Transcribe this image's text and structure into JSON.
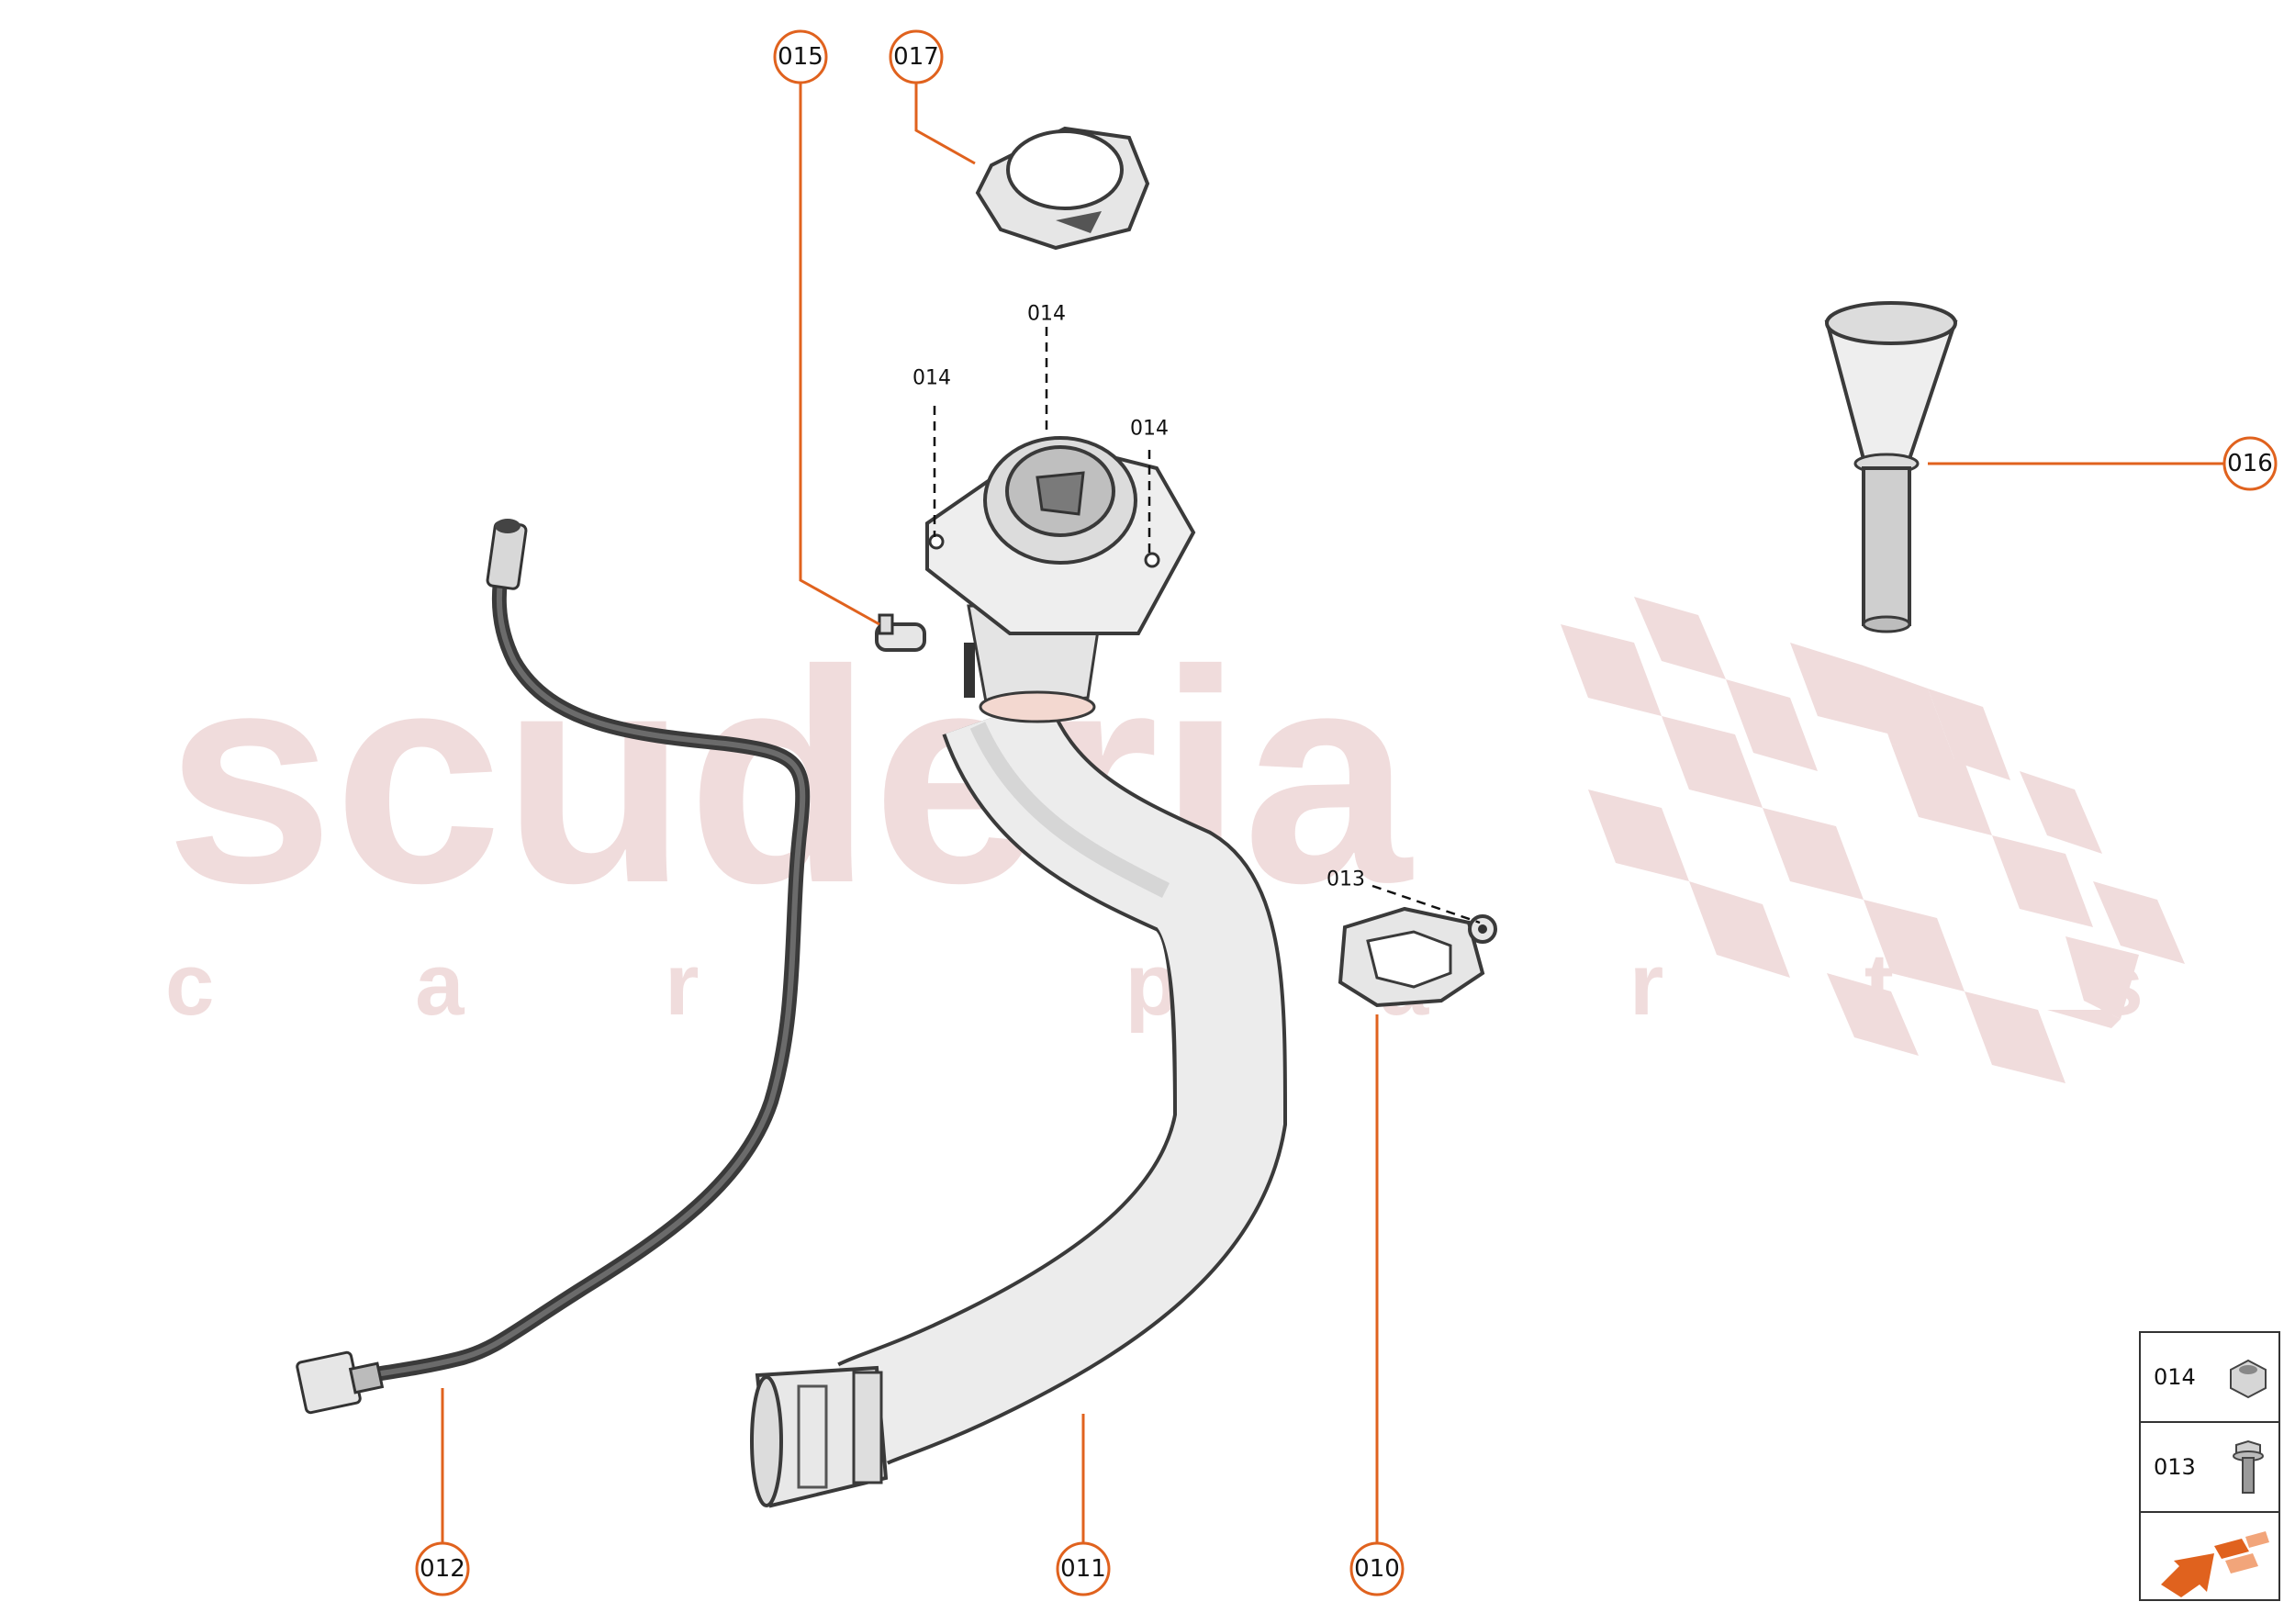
{
  "watermark": {
    "line1": "scuderia",
    "line2": "c a r   p a r t s"
  },
  "callouts": {
    "c010": "010",
    "c011": "011",
    "c012": "012",
    "c013": "013",
    "c014a": "014",
    "c014b": "014",
    "c014c": "014",
    "c015": "015",
    "c016": "016",
    "c017": "017"
  },
  "legend": {
    "row1": "014",
    "row2": "013"
  },
  "colors": {
    "accent": "#e0621e",
    "watermark": "#f0dcdc",
    "part_fill": "#ebebeb",
    "part_stroke": "#3a3a3a"
  }
}
